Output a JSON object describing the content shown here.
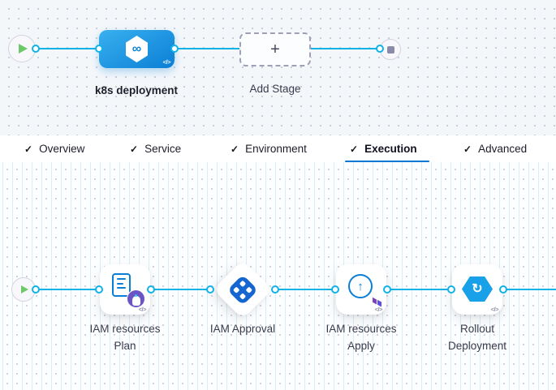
{
  "icons": {
    "check": "✓",
    "plus": "+",
    "infinity": "∞",
    "code": "</>",
    "arrow_up": "↑",
    "rollout_arrow": "↻"
  },
  "colors": {
    "accent_blue": "#0278D5",
    "connector_blue": "#0FB3E6",
    "stage_gradient_start": "#38B0EF",
    "stage_gradient_end": "#0B7FD6",
    "play_green": "#6CC868",
    "stop_gray": "#8A8BA6",
    "approval_blue": "#1566D0",
    "rollout_blue": "#18A0E8",
    "terraform_purple": "#7B42BC",
    "plan_badge_purple": "#6A54C6",
    "label_dark": "#3A3B4D"
  },
  "stage_canvas": {
    "stage_label": "k8s deployment",
    "add_stage_label": "Add Stage"
  },
  "tabs": {
    "items": [
      {
        "label": "Overview",
        "active": false
      },
      {
        "label": "Service",
        "active": false
      },
      {
        "label": "Environment",
        "active": false
      },
      {
        "label": "Execution",
        "active": true
      },
      {
        "label": "Advanced",
        "active": false
      }
    ]
  },
  "execution_canvas": {
    "steps": [
      {
        "line1": "IAM resources",
        "line2": "Plan"
      },
      {
        "line1": "IAM Approval",
        "line2": ""
      },
      {
        "line1": "IAM resources",
        "line2": "Apply"
      },
      {
        "line1": "Rollout",
        "line2": "Deployment"
      }
    ]
  }
}
